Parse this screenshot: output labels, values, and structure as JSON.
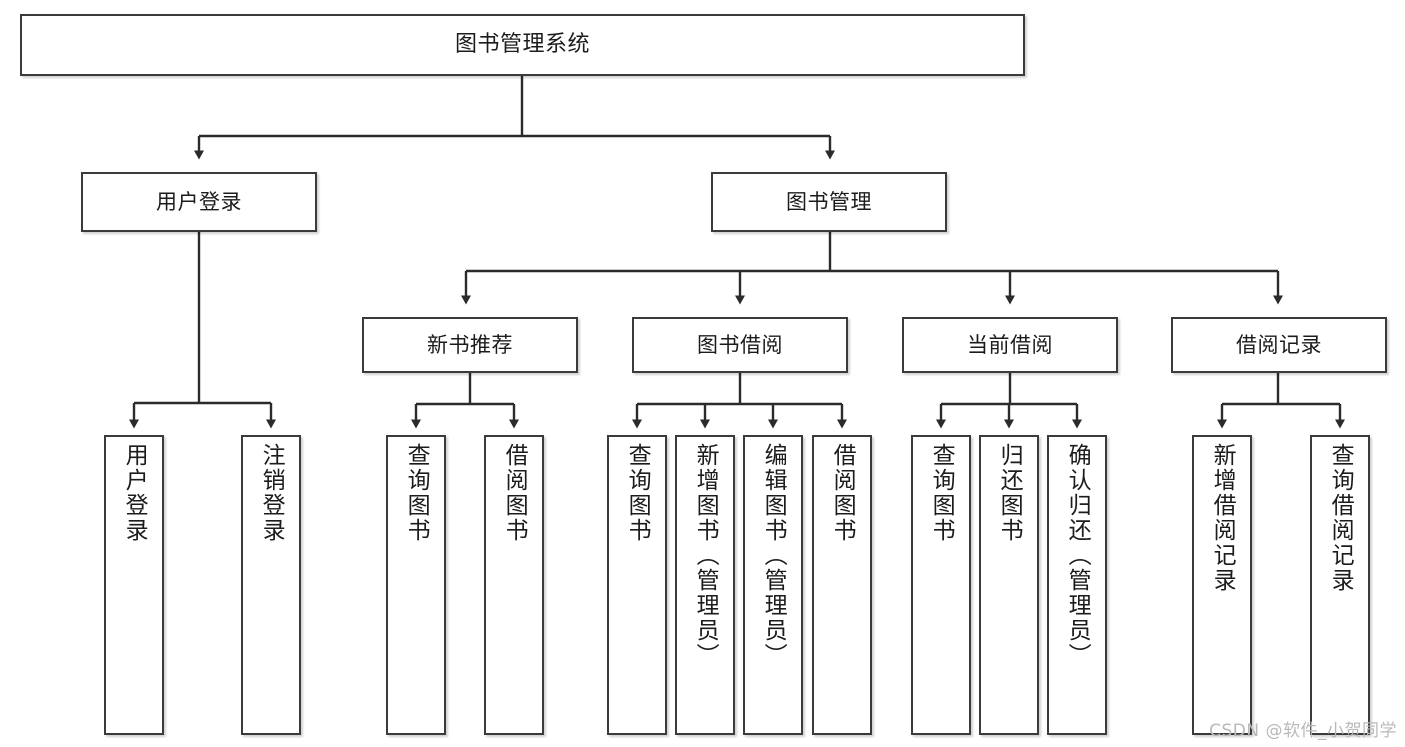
{
  "diagram": {
    "title": "图书管理系统",
    "type": "tree-hierarchy",
    "watermark": "CSDN @软件_小贺同学",
    "root": {
      "id": "root",
      "label": "图书管理系统"
    },
    "level2": [
      {
        "id": "user-login",
        "label": "用户登录"
      },
      {
        "id": "book-management",
        "label": "图书管理"
      }
    ],
    "level3": [
      {
        "id": "new-book-recommend",
        "label": "新书推荐"
      },
      {
        "id": "book-borrow",
        "label": "图书借阅"
      },
      {
        "id": "current-borrow",
        "label": "当前借阅"
      },
      {
        "id": "borrow-record",
        "label": "借阅记录"
      }
    ],
    "leaves": {
      "user_login": [
        {
          "id": "leaf-user-login",
          "label": "用户登录"
        },
        {
          "id": "leaf-user-logout",
          "label": "注销登录"
        }
      ],
      "new_book_recommend": [
        {
          "id": "leaf-query-book-1",
          "label": "查询图书"
        },
        {
          "id": "leaf-borrow-book-1",
          "label": "借阅图书"
        }
      ],
      "book_borrow": [
        {
          "id": "leaf-query-book-2",
          "label": "查询图书"
        },
        {
          "id": "leaf-add-book",
          "label": "新增图书（管理员）"
        },
        {
          "id": "leaf-edit-book",
          "label": "编辑图书（管理员）"
        },
        {
          "id": "leaf-borrow-book-2",
          "label": "借阅图书"
        }
      ],
      "current_borrow": [
        {
          "id": "leaf-query-book-3",
          "label": "查询图书"
        },
        {
          "id": "leaf-return-book",
          "label": "归还图书"
        },
        {
          "id": "leaf-confirm-return",
          "label": "确认归还（管理员）"
        }
      ],
      "borrow_record": [
        {
          "id": "leaf-add-record",
          "label": "新增借阅记录"
        },
        {
          "id": "leaf-query-record",
          "label": "查询借阅记录"
        }
      ]
    },
    "colors": {
      "border": "#3b3b3b",
      "background": "#ffffff",
      "text": "#1c1c1c",
      "connector": "#2b2b2b",
      "watermark": "#b9b9b9"
    }
  }
}
